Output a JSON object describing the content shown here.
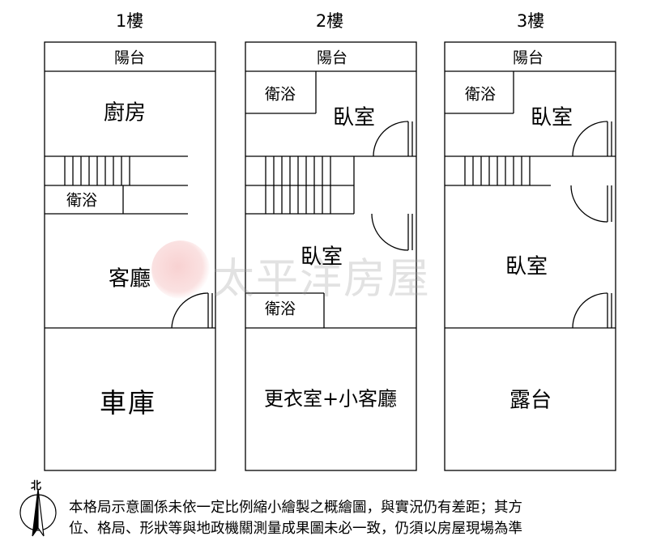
{
  "floors": [
    {
      "title": "1樓",
      "rooms": {
        "balcony": "陽台",
        "kitchen": "廚房",
        "bath": "衛浴",
        "living": "客廳",
        "garage": "車庫"
      }
    },
    {
      "title": "2樓",
      "rooms": {
        "balcony": "陽台",
        "bath_top": "衛浴",
        "bedroom_top": "臥室",
        "bedroom_mid": "臥室",
        "bath_mid": "衛浴",
        "closet": "更衣室+小客廳"
      }
    },
    {
      "title": "3樓",
      "rooms": {
        "balcony": "陽台",
        "bath": "衛浴",
        "bedroom_top": "臥室",
        "bedroom_mid": "臥室",
        "terrace": "露台"
      }
    }
  ],
  "watermark": "太平洋房屋",
  "compass": {
    "north": "北"
  },
  "note": {
    "line1": "本格局示意圖係未依一定比例縮小繪製之概繪圖，與實況仍有差距；其方",
    "line2": "位、格局、形狀等與地政機關測量成果圖未必一致，仍須以房屋現場為準"
  }
}
